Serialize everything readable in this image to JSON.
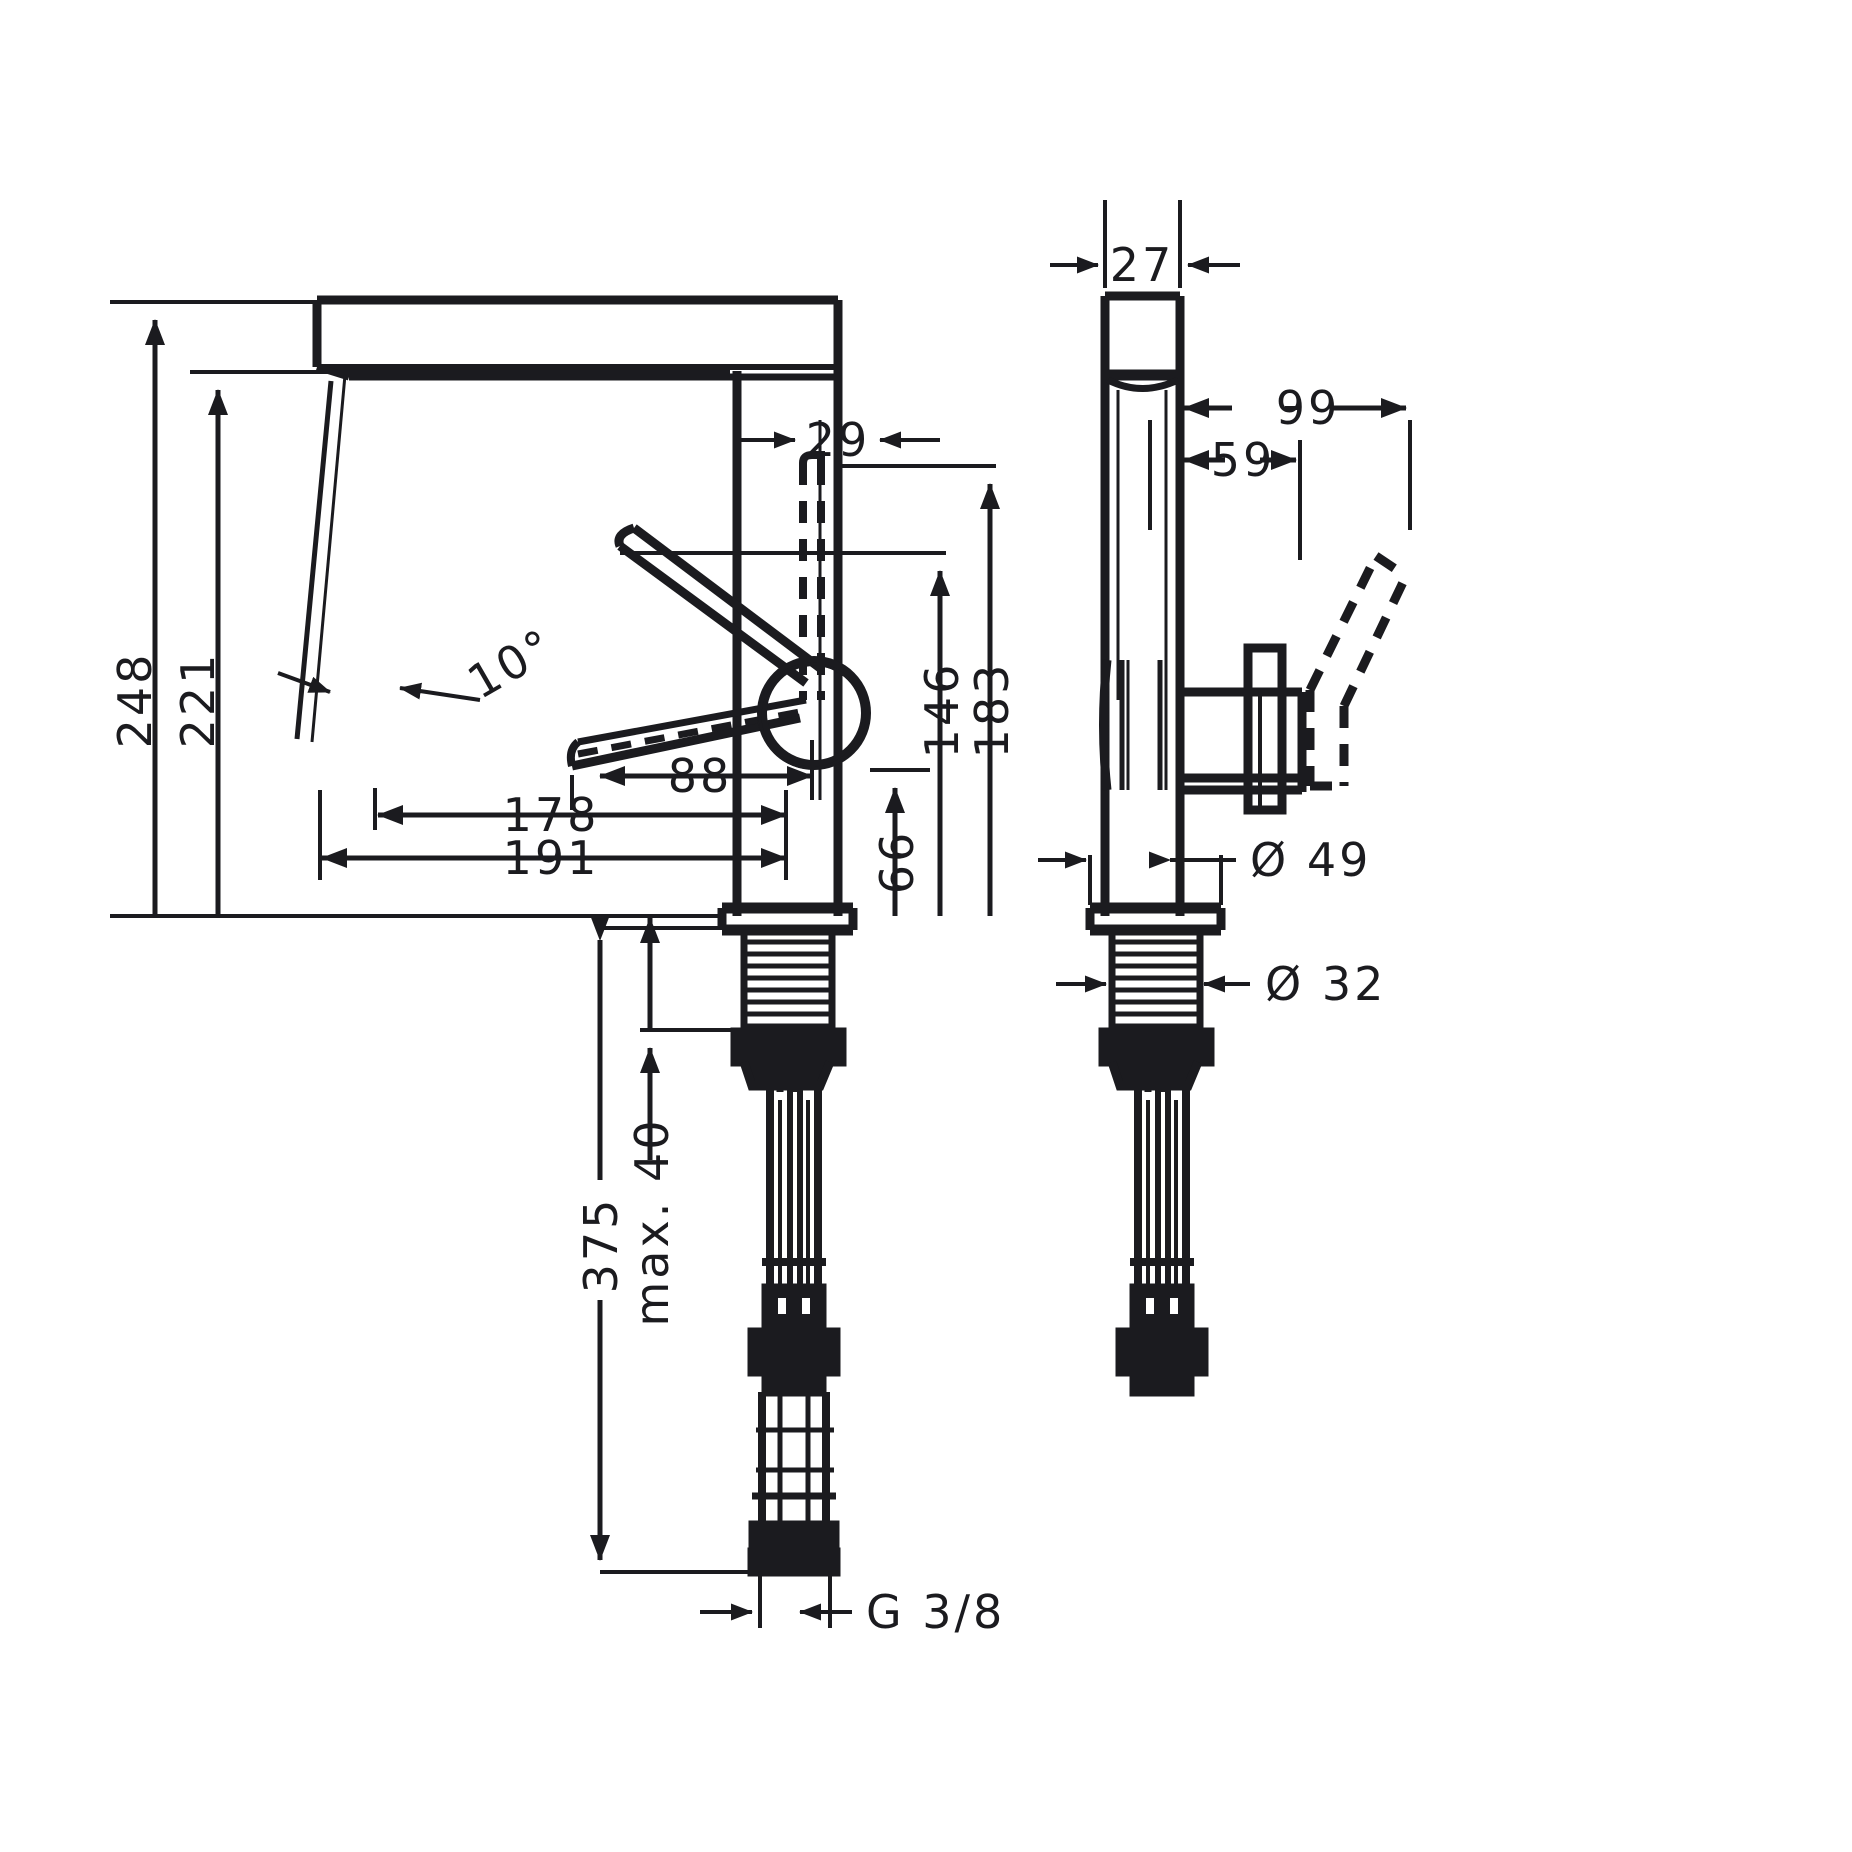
{
  "drawing": {
    "title": "Single lever basin mixer dimensional drawing",
    "type": "technical-dimension-drawing",
    "units": "mm",
    "line_color": "#1b1b1f",
    "background_color": "#ffffff",
    "views": [
      {
        "id": "side-view",
        "name": "Side view (left)"
      },
      {
        "id": "front-view",
        "name": "Front view (right)"
      }
    ]
  },
  "dimensions": {
    "height_total": "248",
    "height_spout": "221",
    "angle_spout": "10°",
    "spout_outlet_offset": "29",
    "handle_height": "146",
    "spout_height": "183",
    "lever_height": "66",
    "lever_reach": "88",
    "reach_178": "178",
    "reach_191": "191",
    "hose_length": "375",
    "max_thickness": "max. 40",
    "thread": "G 3/8",
    "body_width": "27",
    "handle_reach_99": "99",
    "handle_reach_59": "59",
    "base_diameter": "Ø 49",
    "shank_diameter": "Ø 32"
  }
}
